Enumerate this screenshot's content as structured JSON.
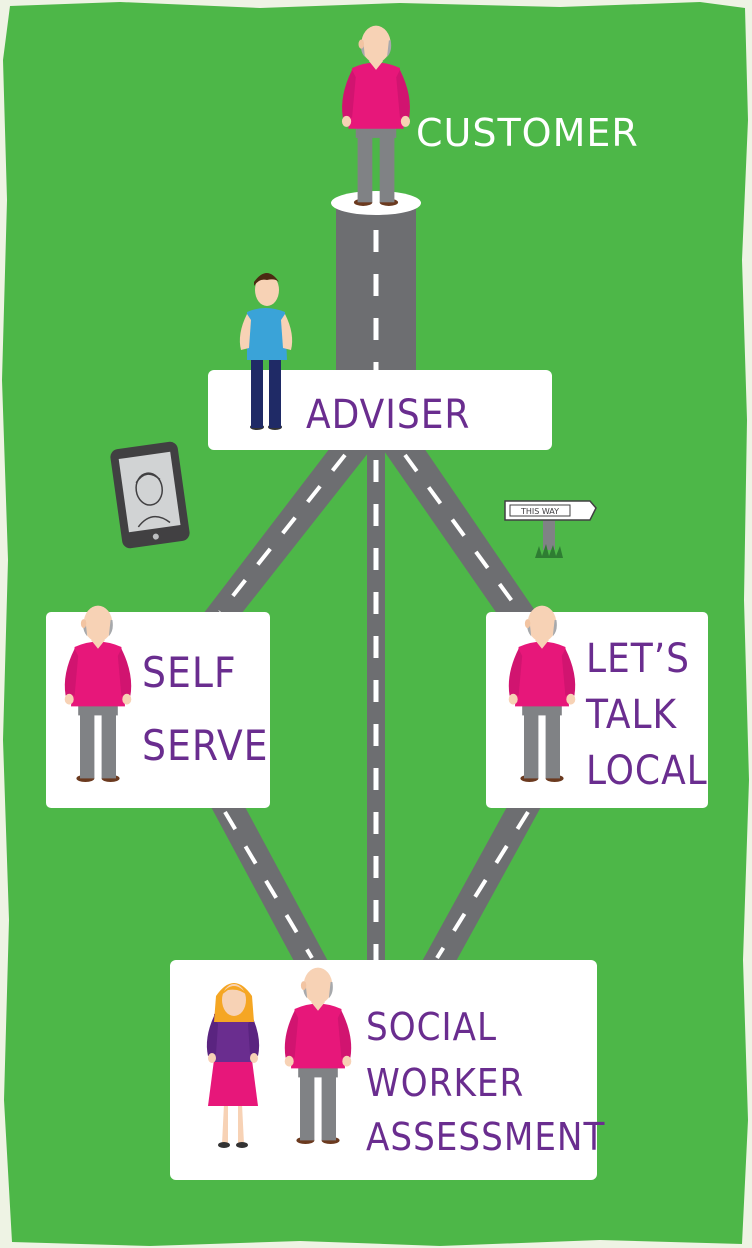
{
  "nodes": {
    "customer": "CUSTOMER",
    "adviser": "ADVISER",
    "self_serve": [
      "SELF",
      "SERVE"
    ],
    "lets_talk_local": [
      "LET’S",
      "TALK",
      "LOCAL"
    ],
    "social_worker": [
      "SOCIAL",
      "WORKER",
      "ASSESSMENT"
    ]
  },
  "signpost": "THIS WAY",
  "colors": {
    "background_grass": "#4db748",
    "page_background": "#eef3e4",
    "road": "#6d6e71",
    "road_marking": "#ffffff",
    "label_text": "#6a2d8f",
    "card": "#ffffff",
    "customer_jumper": "#e7177a",
    "adviser_shirt": "#3aa3d8",
    "worker_top": "#6a2d8f",
    "worker_skirt": "#e7177a"
  },
  "icons": [
    "person-elderly-icon",
    "person-adviser-icon",
    "person-social-worker-icon",
    "tablet-icon",
    "signpost-icon"
  ]
}
